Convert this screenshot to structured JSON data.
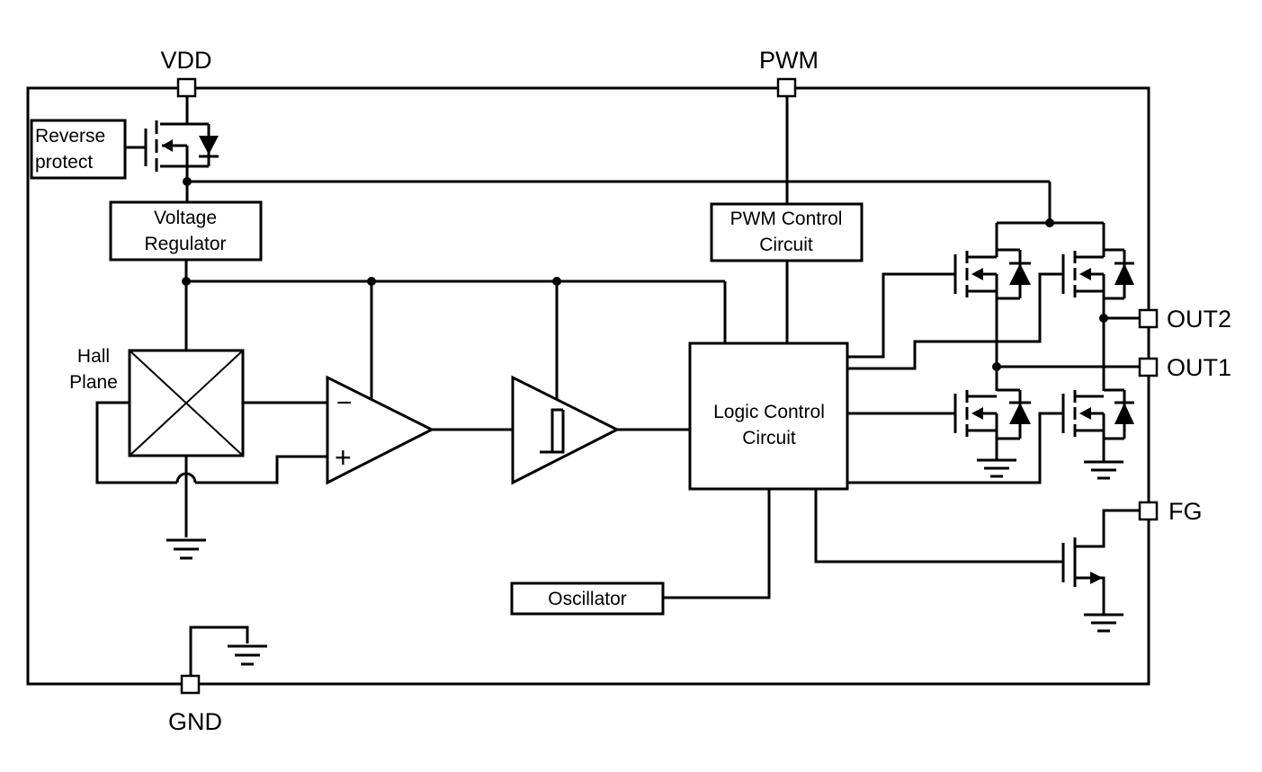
{
  "pins": {
    "vdd": "VDD",
    "pwm": "PWM",
    "gnd": "GND",
    "out2": "OUT2",
    "out1": "OUT1",
    "fg": "FG"
  },
  "blocks": {
    "reverse_protect": [
      "Reverse",
      "protect"
    ],
    "voltage_regulator": [
      "Voltage",
      "Regulator"
    ],
    "pwm_control": [
      "PWM Control",
      "Circuit"
    ],
    "hall_plane": [
      "Hall",
      "Plane"
    ],
    "logic_control": [
      "Logic Control",
      "Circuit"
    ],
    "oscillator": "Oscillator"
  },
  "comparator": {
    "minus": "−",
    "plus": "+"
  }
}
